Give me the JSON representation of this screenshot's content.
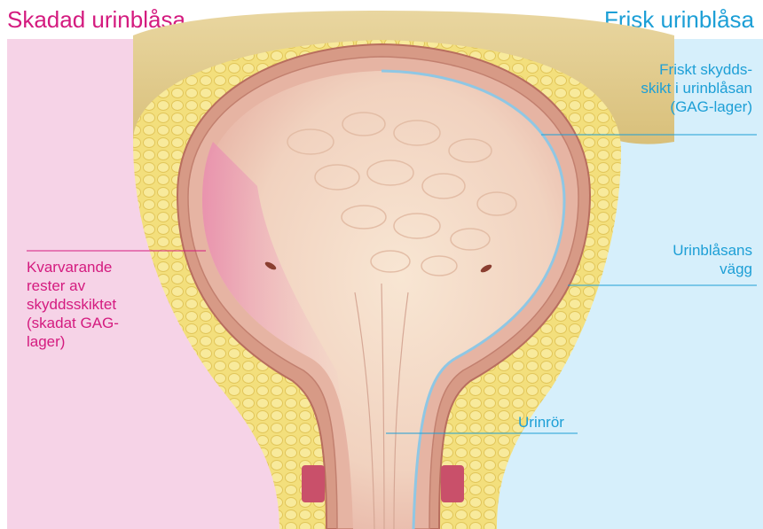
{
  "titles": {
    "left": "Skadad urinblåsa",
    "right": "Frisk urinblåsa"
  },
  "labels": {
    "gag_healthy": [
      "Friskt skydds-",
      "skikt i urinblåsan",
      "(GAG-lager)"
    ],
    "remnants": [
      "Kvarvarande",
      "rester av",
      "skyddsskiktet",
      "(skadat GAG-",
      "lager)"
    ],
    "bladder_wall": [
      "Urinblåsans",
      "vägg"
    ],
    "urethra": [
      "Urinrör"
    ]
  },
  "colors": {
    "damaged_side": "#d41b7f",
    "healthy_side": "#1d9fd6",
    "panel_left": "#f6d3e7",
    "panel_right": "#d6effb"
  }
}
